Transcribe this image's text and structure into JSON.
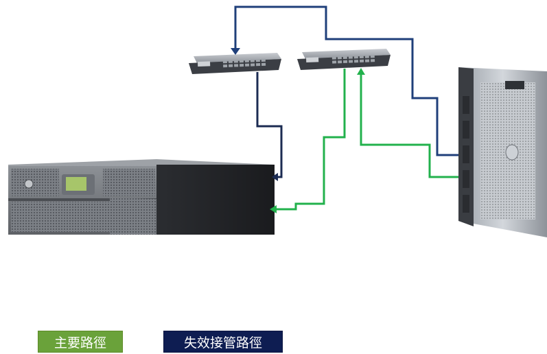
{
  "colors": {
    "primary_path": "#22b14c",
    "failover_path": "#1f3f7a",
    "failover_path_dark": "#1b2b52",
    "legend_primary_bg": "#6aa23a",
    "legend_failover_bg": "#0e1d52"
  },
  "devices": {
    "switch_left": "network-switch",
    "switch_right": "network-switch",
    "tape_library": "storage-enclosure",
    "server": "tower-server"
  },
  "legend": {
    "primary_label": "主要路徑",
    "failover_label": "失效接管路徑"
  }
}
